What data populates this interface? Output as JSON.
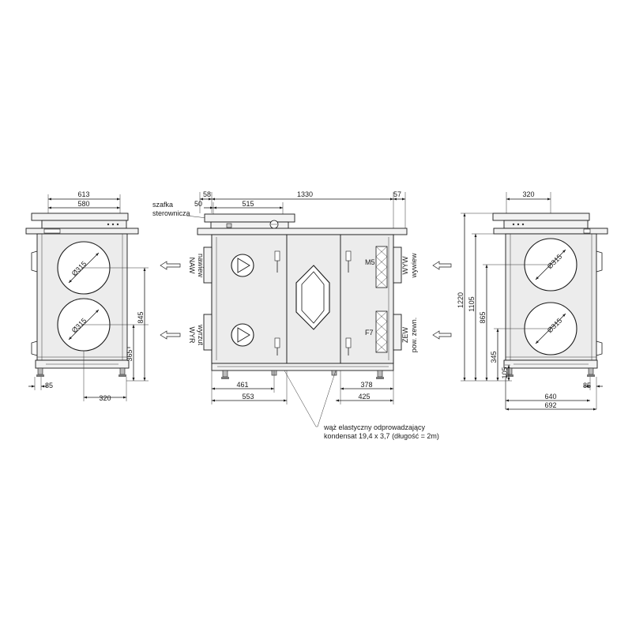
{
  "front": {
    "dims_top": [
      "58",
      "1330",
      "57",
      "50",
      "515"
    ],
    "dims_bottom": [
      "461",
      "553",
      "378",
      "425"
    ],
    "labels": {
      "control_cabinet_1": "szafka",
      "control_cabinet_2": "sterownicza",
      "naw_1": "NAW",
      "naw_2": "nawiew",
      "wyr_1": "WYR",
      "wyr_2": "wyrzut",
      "wyw_1": "WYW",
      "wyw_2": "wywiew",
      "zew_1": "ZEW",
      "zew_2": "pow. zewn.",
      "filter_top": "M5",
      "filter_bottom": "F7"
    },
    "note_line1": "wąż elastyczny odprowadzający",
    "note_line2": "kondensat 19,4 x 3,7 (długość = 2m)"
  },
  "left_view": {
    "dims_top": [
      "613",
      "580"
    ],
    "dims_side": [
      "845",
      "365"
    ],
    "dims_bottom": [
      "85",
      "320"
    ],
    "duct_top": "Ø315",
    "duct_bottom": "Ø315"
  },
  "right_view": {
    "dims_top": [
      "320"
    ],
    "dims_side": [
      "1220",
      "1105",
      "865",
      "345",
      "105"
    ],
    "dims_bottom": [
      "640",
      "85",
      "692"
    ],
    "duct_top": "Ø315",
    "duct_bottom": "Ø315"
  }
}
